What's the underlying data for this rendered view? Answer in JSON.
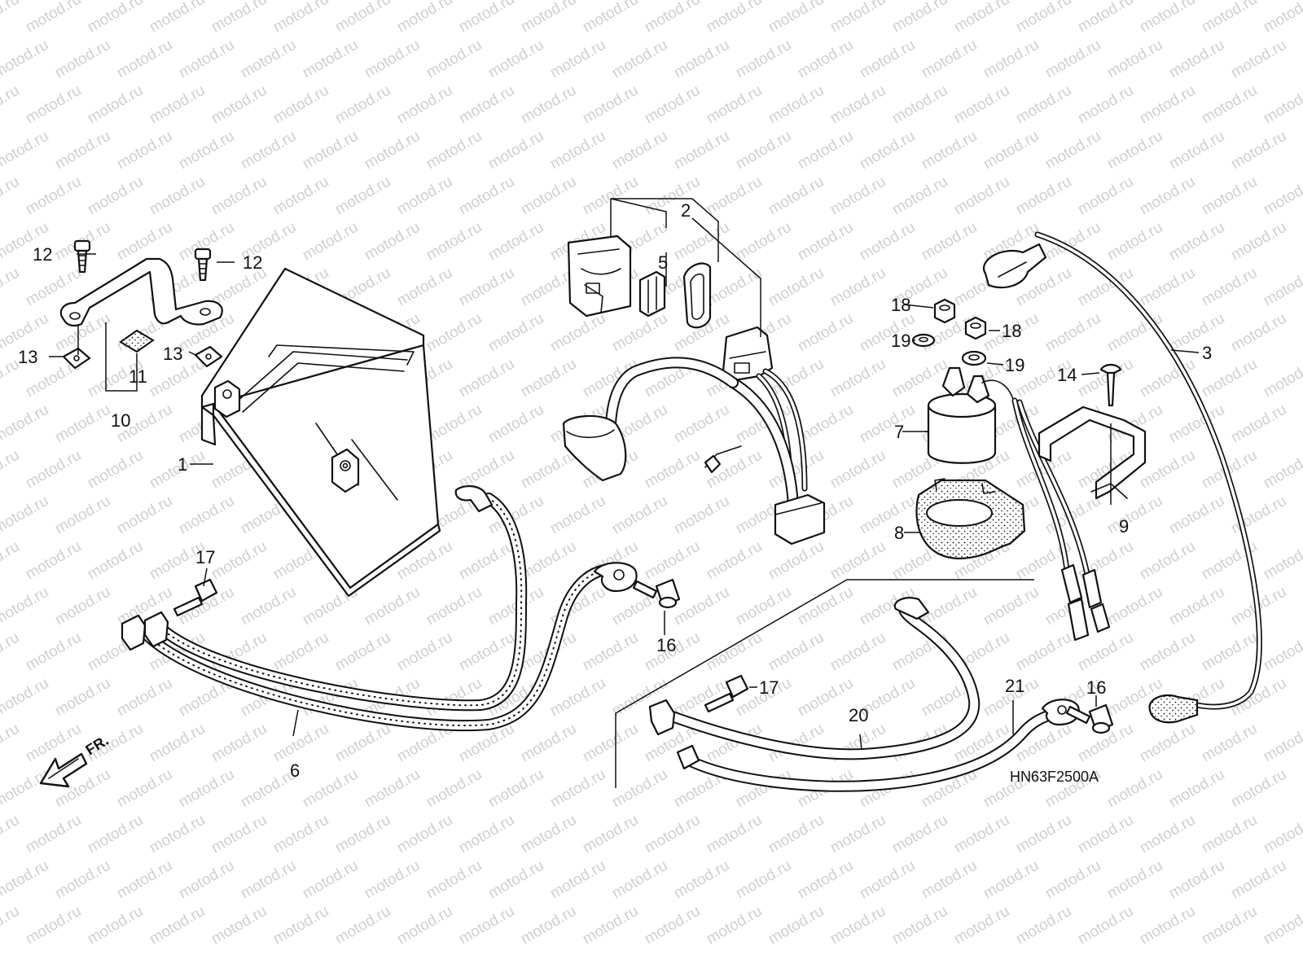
{
  "watermark": "motod.ru",
  "diagram_code": "HN63F2500A",
  "front_marker": "FR.",
  "callouts": {
    "c1": "1",
    "c2": "2",
    "c3": "3",
    "c5": "5",
    "c6": "6",
    "c7": "7",
    "c8": "8",
    "c9": "9",
    "c10": "10",
    "c11": "11",
    "c12a": "12",
    "c12b": "12",
    "c13a": "13",
    "c13b": "13",
    "c14": "14",
    "c16a": "16",
    "c16b": "16",
    "c17a": "17",
    "c17b": "17",
    "c18a": "18",
    "c18b": "18",
    "c19a": "19",
    "c19b": "19",
    "c20": "20",
    "c21": "21"
  },
  "colors": {
    "ink": "#111111",
    "watermark": "#cfcfcf",
    "paper": "#ffffff"
  }
}
